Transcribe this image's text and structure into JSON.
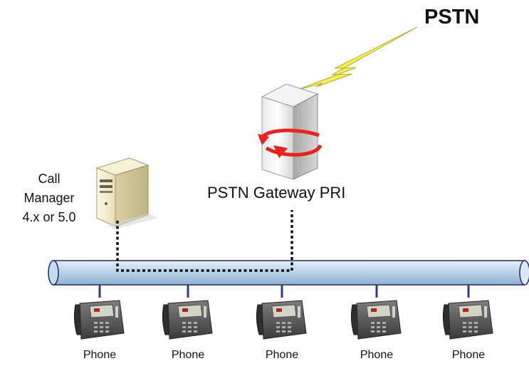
{
  "pstn": {
    "label": "PSTN"
  },
  "gateway": {
    "label": "PSTN Gateway PRI",
    "icon": "gateway-router-icon"
  },
  "call_manager": {
    "label_lines": [
      "Call",
      "Manager",
      "4.x or 5.0"
    ],
    "icon": "server-tower-icon"
  },
  "lan": {
    "icon": "network-bus-pipe",
    "color": "#bcd4ea"
  },
  "phones": [
    {
      "label": "Phone"
    },
    {
      "label": "Phone"
    },
    {
      "label": "Phone"
    },
    {
      "label": "Phone"
    },
    {
      "label": "Phone"
    }
  ],
  "colors": {
    "lightning": "#f2f05a",
    "gateway_arrow": "#e8231e",
    "bus": "#bcd4ea",
    "drop_line": "#2b3c8c"
  }
}
